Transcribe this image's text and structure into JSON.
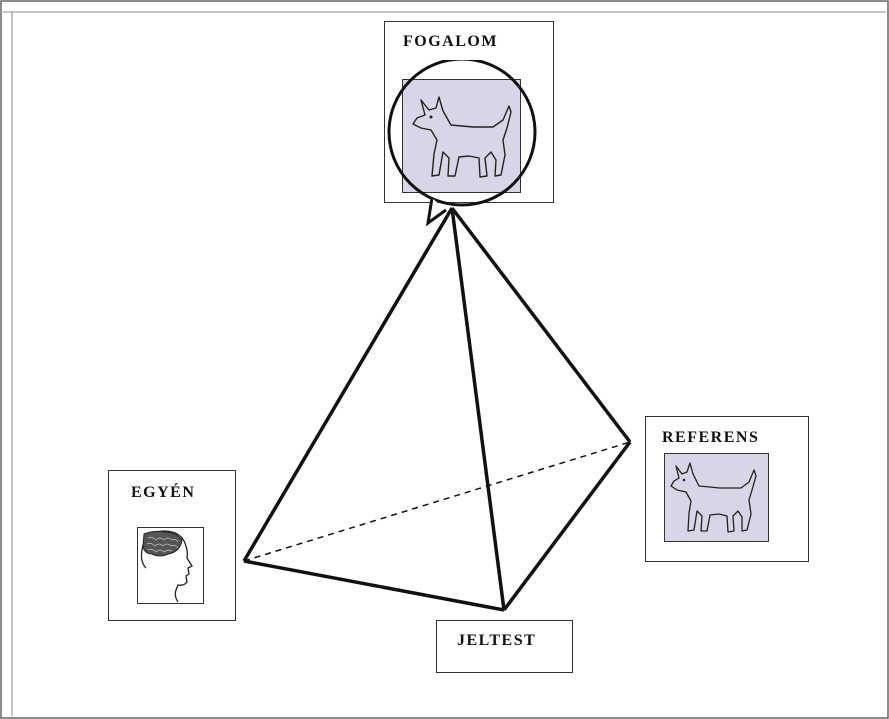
{
  "diagram": {
    "nodes": {
      "fogalom": {
        "label": "FOGALOM",
        "icon": "dog-icon"
      },
      "referens": {
        "label": "REFERENS",
        "icon": "dog-icon"
      },
      "egyen": {
        "label": "EGYÉN",
        "icon": "human-head-brain-icon"
      },
      "jeltest": {
        "label": "JELTEST"
      }
    },
    "edges": [
      {
        "from": "fogalom",
        "to": "egyen",
        "style": "solid"
      },
      {
        "from": "fogalom",
        "to": "jeltest",
        "style": "solid"
      },
      {
        "from": "fogalom",
        "to": "referens",
        "style": "solid"
      },
      {
        "from": "egyen",
        "to": "jeltest",
        "style": "solid"
      },
      {
        "from": "jeltest",
        "to": "referens",
        "style": "solid"
      },
      {
        "from": "egyen",
        "to": "referens",
        "style": "dashed"
      }
    ],
    "colors": {
      "line": "#111111",
      "picture_fill": "#d6d6e6"
    }
  }
}
